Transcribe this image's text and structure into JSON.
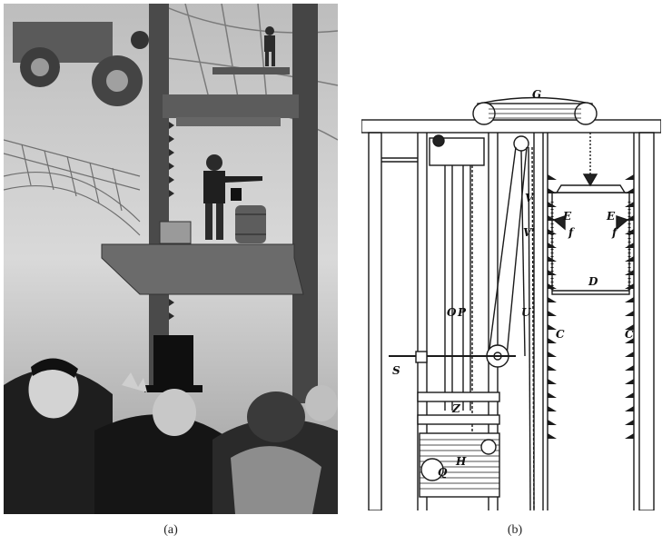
{
  "captions": {
    "a": "(a)",
    "b": "(b)"
  },
  "diagram_labels": {
    "G": "G",
    "V": "V",
    "Vp": "V'",
    "E1": "E",
    "E2": "E",
    "f1": "f",
    "f2": "f",
    "D": "D",
    "O": "O",
    "P": "P",
    "U": "U",
    "C1": "C",
    "C2": "C",
    "S": "S",
    "Z": "Z",
    "H": "H",
    "Q": "Q"
  },
  "colors": {
    "ink": "#1a1a1a",
    "sketch_mid": "#8a8a8a",
    "sketch_dark": "#2b2b2b",
    "paper": "#ffffff"
  }
}
